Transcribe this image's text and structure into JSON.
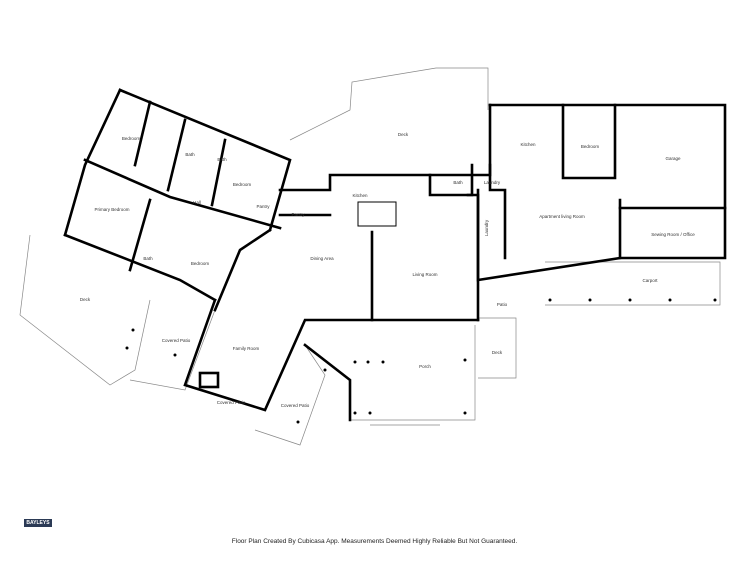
{
  "rooms": {
    "bedroom_nw": "Bedroom",
    "bath_1": "Bath",
    "bath_2": "Bath",
    "bedroom_n": "Bedroom",
    "pantry_small": "Pantry",
    "pantry": "Pantry",
    "hall": "Hall",
    "primary_bedroom": "Primary Bedroom",
    "bath_3": "Bath",
    "bedroom_s": "Bedroom",
    "deck_north": "Deck",
    "kitchen": "Kitchen",
    "dining_area": "Dining Area",
    "living_room": "Living Room",
    "deck_west": "Deck",
    "covered_patio_1": "Covered Patio",
    "family_room": "Family Room",
    "covered_patio_2": "Covered Patio",
    "covered_patio_3": "Covered Patio",
    "porch": "Porch",
    "bath_4": "Bath",
    "laundry_1": "Laundry",
    "laundry_2": "Laundry",
    "patio": "Patio",
    "deck_small": "Deck",
    "apt_kitchen": "Kitchen",
    "apt_bedroom": "Bedroom",
    "apt_living": "Apartment living Room",
    "garage": "Garage",
    "sewing_room": "Sewing Room / Office",
    "carport": "Carport"
  },
  "logo": "BAYLEYS",
  "disclaimer": "Floor Plan Created By Cubicasa App. Measurements Deemed Highly Reliable But Not Guaranteed.",
  "colors": {
    "walls": "#000000",
    "logo_bg": "#2b3a55"
  }
}
